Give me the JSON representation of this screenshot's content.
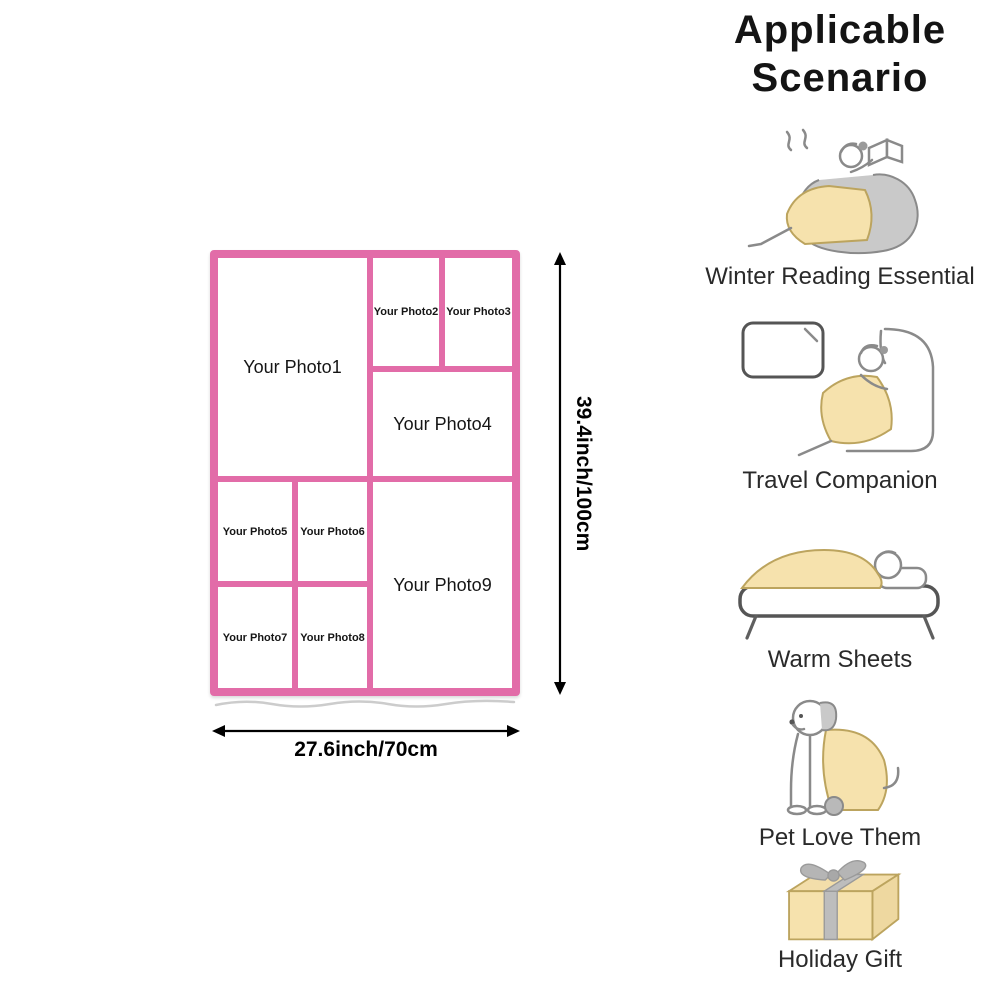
{
  "blanket": {
    "photos": [
      "Your Photo1",
      "Your Photo2",
      "Your Photo3",
      "Your Photo4",
      "Your Photo5",
      "Your Photo6",
      "Your Photo7",
      "Your Photo8",
      "Your Photo9"
    ],
    "height_label": "39.4inch/100cm",
    "width_label": "27.6inch/70cm"
  },
  "scenario": {
    "title": "Applicable Scenario",
    "items": [
      {
        "icon": "reading-illustration",
        "label": "Winter Reading Essential"
      },
      {
        "icon": "travel-illustration",
        "label": "Travel Companion"
      },
      {
        "icon": "bed-illustration",
        "label": "Warm Sheets"
      },
      {
        "icon": "dog-illustration",
        "label": "Pet Love Them"
      },
      {
        "icon": "gift-illustration",
        "label": "Holiday Gift"
      }
    ]
  },
  "colors": {
    "blanket_border": "#e26ca8",
    "illustration_blanket": "#f6e2ad",
    "line_art": "#8a8a8a"
  }
}
